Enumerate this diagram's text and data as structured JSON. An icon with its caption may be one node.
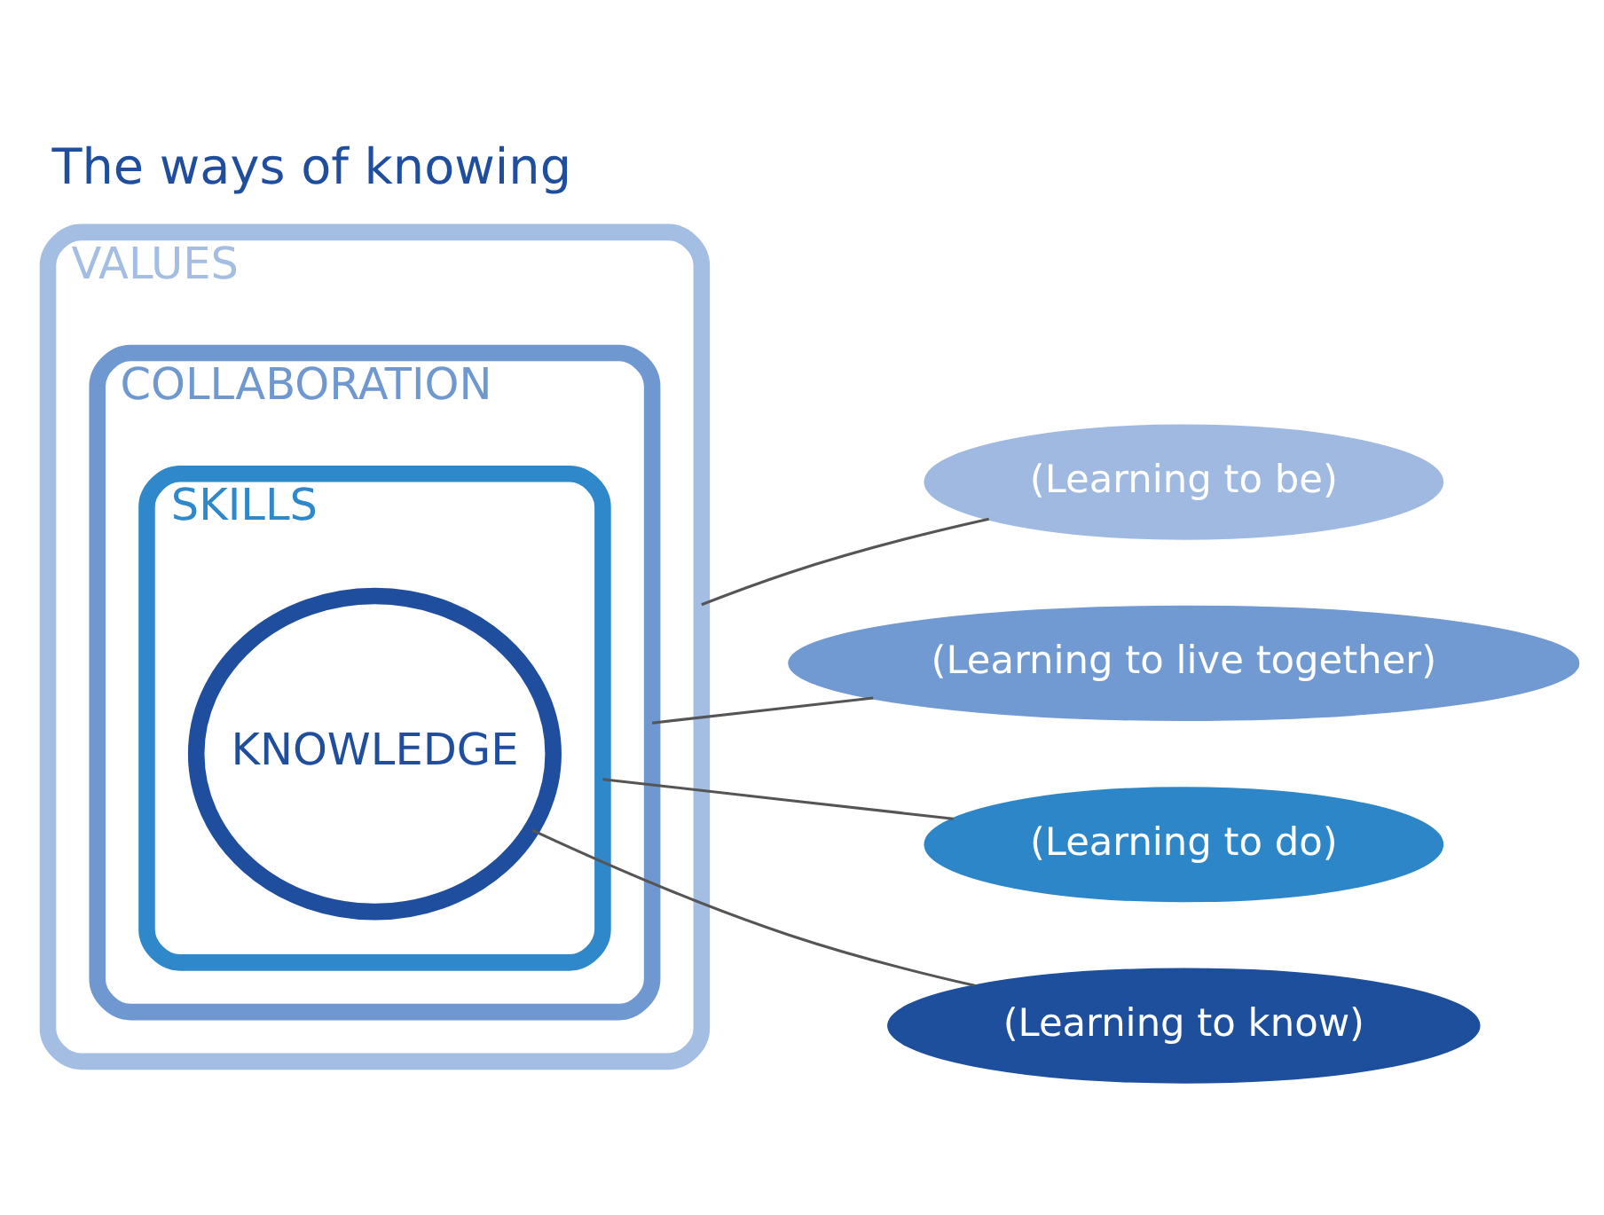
{
  "diagram": {
    "title": "The ways of knowing",
    "nodes": [
      {
        "text": [
          "VALUES"
        ]
      },
      {
        "text": [
          "COLLABORATION"
        ],
        "in": 0
      },
      {
        "text": [
          "SKILLS"
        ],
        "in": 1
      },
      {
        "text": [
          "KNOWLEDGE"
        ],
        "in": 2
      },
      {
        "text": [
          "(Learning to be)"
        ]
      },
      {
        "text": [
          "(Learning to live together)"
        ]
      },
      {
        "text": [
          "(Learning to do)"
        ]
      },
      {
        "text": [
          "(Learning to know)"
        ]
      }
    ],
    "edges": [
      {
        "from": 0,
        "to": 4,
        "arrow": "none"
      },
      {
        "from": 1,
        "to": 5,
        "arrow": "none"
      },
      {
        "from": 2,
        "to": 6,
        "arrow": "none"
      },
      {
        "from": 3,
        "to": 7,
        "arrow": "none"
      }
    ]
  }
}
